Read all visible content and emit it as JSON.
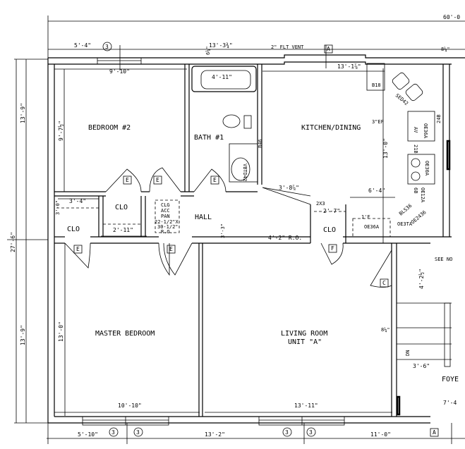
{
  "rooms": {
    "bedroom2": "BEDROOM #2",
    "bath1": "BATH #1",
    "kitchen": "KITCHEN/DINING",
    "hall": "HALL",
    "clo1": "CLO",
    "clo2": "CLO",
    "clo3": "CLO",
    "master": "MASTER BEDROOM",
    "living": "LIVING ROOM",
    "unit": "UNIT \"A\"",
    "foyer": "FOYE",
    "access_panel": [
      "CLG",
      "ACC",
      "PAN",
      "22-1/2\"X",
      "30-1/2\"",
      "R.O."
    ]
  },
  "dimensions": {
    "overall_width": "60'-0",
    "top_left": "5'-4\"",
    "top_mid": "13'-3¾\"",
    "vent_offset": "6¼\"",
    "right_top": "8¼\"",
    "bedroom2_width": "9'-10\"",
    "bath_tub": "4'-11\"",
    "kitchen_width": "13'-1⅞\"",
    "bedroom2_depth": "9'-7½\"",
    "kitchen_depth": "13'-0\"",
    "kitchen_angle": "3'-8⅞\"",
    "kitchen_counter": "6'-4\"",
    "clo_kitchen_width": "2'-7\"",
    "clo_left_width": "3'-4\"",
    "clo_left_depth": "3'-0\"",
    "clo_mid_width": "2'-11\"",
    "hall_opening": "4'-2\" R.O.",
    "hall_wall": "3'-3\"",
    "master_depth": "13'-0\"",
    "master_width": "10'-10\"",
    "living_width": "13'-11\"",
    "bottom_left": "5'-10\"",
    "bottom_mid": "13'-2\"",
    "bottom_right": "11'-0\"",
    "left_upper": "13'-9\"",
    "left_lower": "13'-9\"",
    "left_total": "27'-6\"",
    "foyer_wall": "4'-2½\"",
    "stair_offset": "8¼\"",
    "stair_width": "3'-6\"",
    "foyer_dim": "7'-4"
  },
  "notes": {
    "vent": "2\" FLT VENT",
    "exhaust_fan": "3\"EF",
    "see_note": "SEE NO",
    "stair_down": "DN",
    "vanity": "VBTD42",
    "b46": "B46",
    "b18": "B18",
    "sed42": "SED42",
    "av": "AV",
    "oe36a": "OE36A",
    "b21": "21B",
    "oe30a": "OE30A",
    "b6": "6B",
    "oe12a": "OE12A",
    "bls36": "BLS36",
    "oe2436": "OE2436",
    "oe36a_2": "OE36A",
    "oe3ta": "OE3TA",
    "twobythree": "2X3",
    "one_f": "1'F",
    "b24": "24B"
  },
  "tags": {
    "window_type": "3",
    "door_e": "E",
    "door_f": "F",
    "door_c": "C",
    "section_a": "A"
  }
}
